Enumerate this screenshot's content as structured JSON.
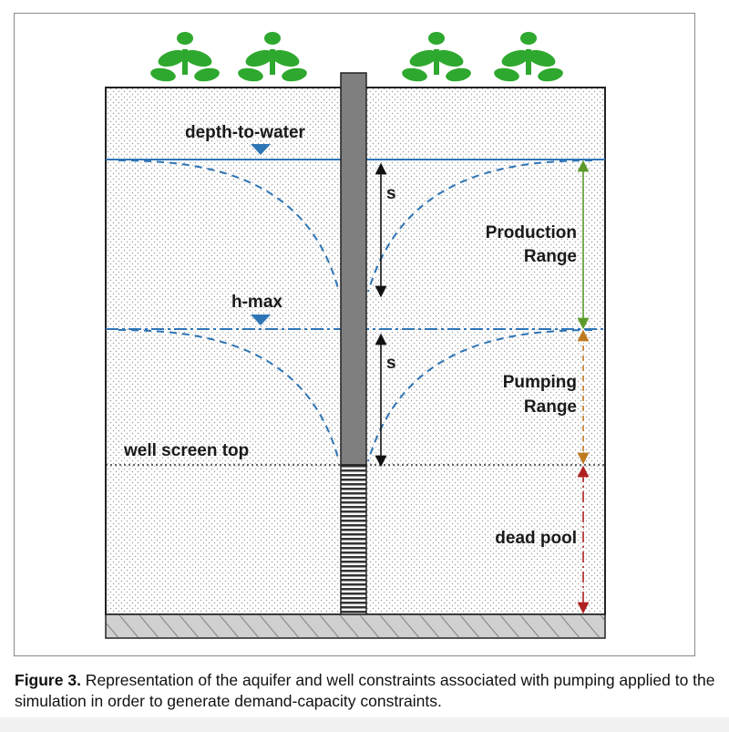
{
  "diagram": {
    "labels": {
      "depth_to_water": "depth-to-water",
      "h_max": "h-max",
      "well_screen_top": "well screen top",
      "drawdown_upper": "s",
      "drawdown_lower": "s",
      "production_range_line1": "Production",
      "production_range_line2": "Range",
      "pumping_range_line1": "Pumping",
      "pumping_range_line2": "Range",
      "dead_pool": "dead pool"
    },
    "colors": {
      "water_line": "#2e75b6",
      "well_casing": "#7f7f7f",
      "plant": "#2ea82e",
      "production_arrow": "#5a9a2a",
      "pumping_arrow": "#c07a20",
      "dead_pool_arrow": "#b02020",
      "bedrock": "#d0d0d0"
    },
    "icons": [
      "plant-icon",
      "water-table-triangle-icon"
    ]
  },
  "caption": {
    "figure_label": "Figure 3.",
    "text": " Representation of the aquifer and well constraints associated with pumping applied to the simulation in order to generate demand-capacity constraints."
  }
}
